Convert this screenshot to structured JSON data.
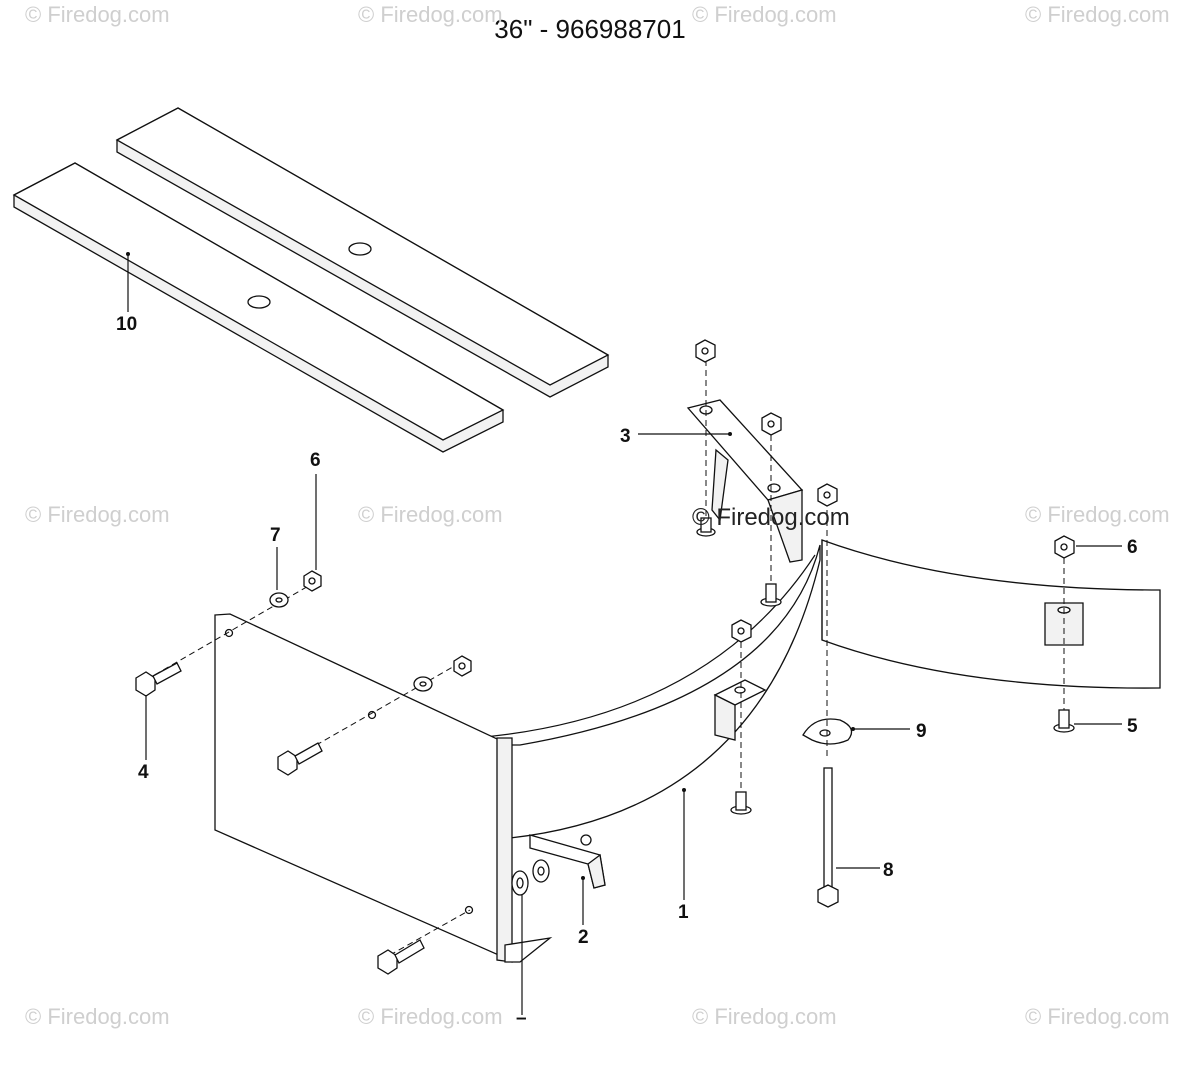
{
  "title": "36\" - 966988701",
  "watermark": "© Firedog.com",
  "callouts": {
    "c1": "1",
    "c2": "2",
    "c3": "3",
    "c4": "4",
    "c5": "5",
    "c6a": "6",
    "c6b": "6",
    "c7": "7",
    "c8": "8",
    "c9": "9",
    "c10": "10",
    "c_bottom": "–"
  }
}
